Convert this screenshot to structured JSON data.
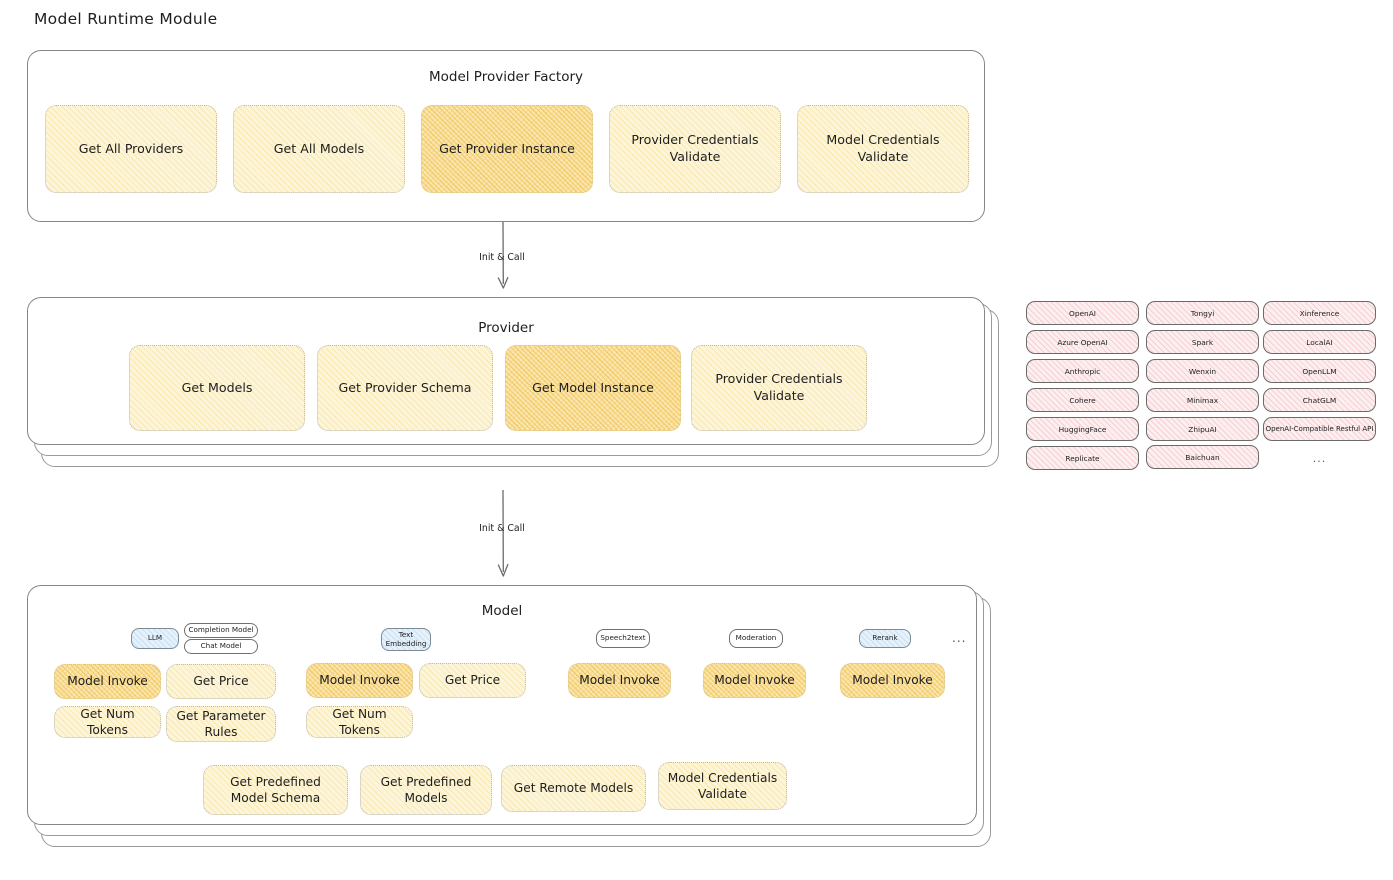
{
  "title": "Model Runtime Module",
  "factory": {
    "title": "Model Provider Factory",
    "methods": [
      {
        "label": "Get All Providers",
        "highlighted": false
      },
      {
        "label": "Get All Models",
        "highlighted": false
      },
      {
        "label": "Get Provider Instance",
        "highlighted": true
      },
      {
        "label": "Provider Credentials Validate",
        "highlighted": false
      },
      {
        "label": "Model Credentials Validate",
        "highlighted": false
      }
    ]
  },
  "arrow1": {
    "label": "Init & Call"
  },
  "provider": {
    "title": "Provider",
    "methods": [
      {
        "label": "Get Models",
        "highlighted": false
      },
      {
        "label": "Get Provider Schema",
        "highlighted": false
      },
      {
        "label": "Get Model Instance",
        "highlighted": true
      },
      {
        "label": "Provider Credentials Validate",
        "highlighted": false
      }
    ]
  },
  "arrow2": {
    "label": "Init & Call"
  },
  "provider_list": {
    "columns": [
      [
        "OpenAI",
        "Azure OpenAI",
        "Anthropic",
        "Cohere",
        "HuggingFace",
        "Replicate"
      ],
      [
        "Tongyi",
        "Spark",
        "Wenxin",
        "Minimax",
        "ZhipuAI",
        "Baichuan"
      ],
      [
        "Xinference",
        "LocalAI",
        "OpenLLM",
        "ChatGLM",
        "OpenAI-Compatible Restful API"
      ]
    ],
    "more": "..."
  },
  "model": {
    "title": "Model",
    "more": "...",
    "types": [
      {
        "name": "LLM",
        "accent": "blue",
        "subtypes": [
          "Completion Model",
          "Chat Model"
        ],
        "methods": [
          {
            "label": "Model Invoke",
            "highlighted": true
          },
          {
            "label": "Get Price",
            "highlighted": false
          },
          {
            "label": "Get Num Tokens",
            "highlighted": false
          },
          {
            "label": "Get Parameter Rules",
            "highlighted": false
          }
        ]
      },
      {
        "name": "Text Embedding",
        "accent": "blue",
        "subtypes": [],
        "methods": [
          {
            "label": "Model Invoke",
            "highlighted": true
          },
          {
            "label": "Get Price",
            "highlighted": false
          },
          {
            "label": "Get Num Tokens",
            "highlighted": false
          }
        ]
      },
      {
        "name": "Speech2text",
        "accent": "white",
        "subtypes": [],
        "methods": [
          {
            "label": "Model Invoke",
            "highlighted": true
          }
        ]
      },
      {
        "name": "Moderation",
        "accent": "white",
        "subtypes": [],
        "methods": [
          {
            "label": "Model Invoke",
            "highlighted": true
          }
        ]
      },
      {
        "name": "Rerank",
        "accent": "blue",
        "subtypes": [],
        "methods": [
          {
            "label": "Model Invoke",
            "highlighted": true
          }
        ]
      }
    ],
    "shared_methods": [
      {
        "label": "Get Predefined Model Schema",
        "highlighted": false
      },
      {
        "label": "Get Predefined Models",
        "highlighted": false
      },
      {
        "label": "Get Remote Models",
        "highlighted": false
      },
      {
        "label": "Model Credentials Validate",
        "highlighted": false
      }
    ]
  },
  "colors": {
    "method_fill": "#fdf5da",
    "method_highlight": "#fbe6b0",
    "provider_chip": "#fdeff0",
    "badge_blue": "#e6f2fb",
    "panel_border": "#868686"
  }
}
